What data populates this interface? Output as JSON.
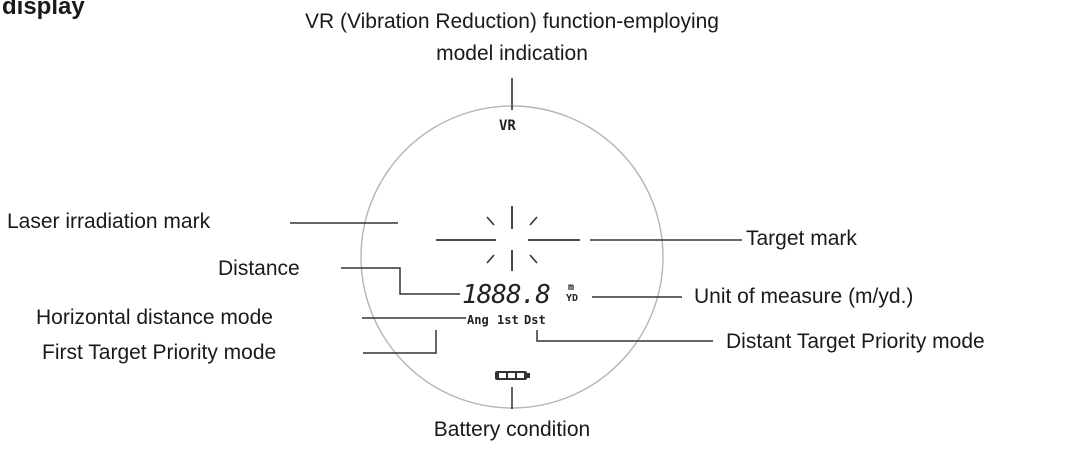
{
  "section_heading": "display",
  "callouts": {
    "vr_indication": "VR (Vibration Reduction) function-employing\nmodel indication",
    "laser_irradiation": "Laser irradiation mark",
    "target_mark": "Target mark",
    "distance": "Distance",
    "unit_of_measure": "Unit of measure (m/yd.)",
    "horizontal_mode": "Horizontal distance mode",
    "first_target": "First Target Priority mode",
    "distant_target": "Distant Target Priority mode",
    "battery": "Battery condition"
  },
  "viewfinder": {
    "vr_label": "VR",
    "distance_digits": "1888.8",
    "unit_m": "m",
    "unit_yd": "YD",
    "mode_ang": "Ang",
    "mode_1st": "1st",
    "mode_dst": "Dst"
  }
}
